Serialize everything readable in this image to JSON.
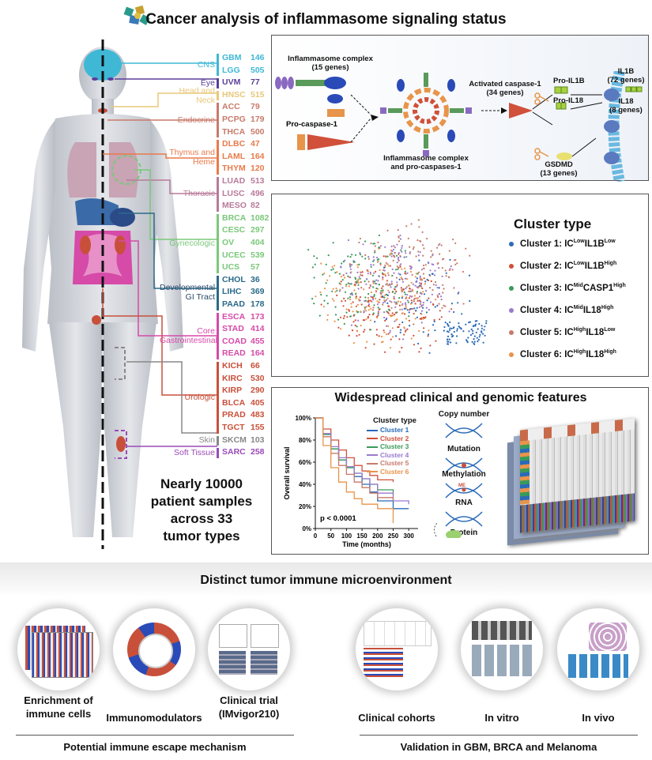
{
  "title": "Cancer analysis of  inflammasome signaling status",
  "tumor_groups": [
    {
      "name": "CNS",
      "color": "#3fb8d6",
      "tumors": [
        {
          "code": "GBM",
          "n": "146"
        },
        {
          "code": "LGG",
          "n": "505"
        }
      ]
    },
    {
      "name": "Eye",
      "color": "#5a3e98",
      "tumors": [
        {
          "code": "UVM",
          "n": "77"
        }
      ]
    },
    {
      "name": "Head and Neck",
      "color": "#e8c87a",
      "tumors": [
        {
          "code": "HNSC",
          "n": "515"
        }
      ]
    },
    {
      "name": "Endocrine",
      "color": "#c87a6a",
      "tumors": [
        {
          "code": "ACC",
          "n": "79"
        },
        {
          "code": "PCPG",
          "n": "179"
        },
        {
          "code": "THCA",
          "n": "500"
        }
      ]
    },
    {
      "name": "Thymus and Heme",
      "color": "#e87a4a",
      "tumors": [
        {
          "code": "DLBC",
          "n": "47"
        },
        {
          "code": "LAML",
          "n": "164"
        },
        {
          "code": "THYM",
          "n": "120"
        }
      ]
    },
    {
      "name": "Thoracic",
      "color": "#b87a9a",
      "tumors": [
        {
          "code": "LUAD",
          "n": "513"
        },
        {
          "code": "LUSC",
          "n": "496"
        },
        {
          "code": "MESO",
          "n": "82"
        }
      ]
    },
    {
      "name": "Gynecologic",
      "color": "#7ac87a",
      "tumors": [
        {
          "code": "BRCA",
          "n": "1082"
        },
        {
          "code": "CESC",
          "n": "297"
        },
        {
          "code": "OV",
          "n": "404"
        },
        {
          "code": "UCEC",
          "n": "539"
        },
        {
          "code": "UCS",
          "n": "57"
        }
      ]
    },
    {
      "name": "Developmental GI Tract",
      "color": "#2a6a8a",
      "tumors": [
        {
          "code": "CHOL",
          "n": "36"
        },
        {
          "code": "LIHC",
          "n": "369"
        },
        {
          "code": "PAAD",
          "n": "178"
        }
      ]
    },
    {
      "name": "Core Gastrointestinal",
      "color": "#d64aa8",
      "tumors": [
        {
          "code": "ESCA",
          "n": "173"
        },
        {
          "code": "STAD",
          "n": "414"
        },
        {
          "code": "COAD",
          "n": "455"
        },
        {
          "code": "READ",
          "n": "164"
        }
      ]
    },
    {
      "name": "Urologic",
      "color": "#c8503a",
      "tumors": [
        {
          "code": "KICH",
          "n": "66"
        },
        {
          "code": "KIRC",
          "n": "530"
        },
        {
          "code": "KIRP",
          "n": "290"
        },
        {
          "code": "BLCA",
          "n": "405"
        },
        {
          "code": "PRAD",
          "n": "483"
        },
        {
          "code": "TGCT",
          "n": "155"
        }
      ]
    },
    {
      "name": "Skin",
      "color": "#888888",
      "tumors": [
        {
          "code": "SKCM",
          "n": "103"
        }
      ]
    },
    {
      "name": "Soft Tissue",
      "color": "#9a4ab8",
      "tumors": [
        {
          "code": "SARC",
          "n": "258"
        }
      ]
    }
  ],
  "samples_text": [
    "Nearly 10000",
    "patient samples",
    "across 33",
    "tumor types"
  ],
  "pathway": {
    "complex_label": "Inflammasome complex",
    "complex_sub": "(15 genes)",
    "procasp_label": "Pro-caspase-1",
    "center_label": [
      "Inflammasome complex",
      "and pro-caspases-1"
    ],
    "activated_label": "Activated caspase-1",
    "activated_sub": "(34 genes)",
    "proil1b": "Pro-IL1B",
    "proil18": "Pro-IL18",
    "gsdmd": "GSDMD",
    "gsdmd_sub": "(13 genes)",
    "il1b": "IL1B",
    "il1b_sub": "(72 genes)",
    "il18": "IL18",
    "il18_sub": "(8 genes)"
  },
  "cluster": {
    "heading": "Cluster type",
    "items": [
      {
        "pre": "Cluster 1: IC",
        "s1": "Low",
        "mid": "IL1B",
        "s2": "Low",
        "color": "#2a6ab8"
      },
      {
        "pre": "Cluster 2: IC",
        "s1": "Low",
        "mid": "IL1B",
        "s2": "High",
        "color": "#d0503a"
      },
      {
        "pre": "Cluster 3: IC",
        "s1": "Mid",
        "mid": "CASP1",
        "s2": "High",
        "color": "#3a9a5a"
      },
      {
        "pre": "Cluster 4: IC",
        "s1": "Mid",
        "mid": "IL18",
        "s2": "High",
        "color": "#9a7ad0"
      },
      {
        "pre": "Cluster 5: IC",
        "s1": "High",
        "mid": "IL18",
        "s2": "Low",
        "color": "#c87a6a"
      },
      {
        "pre": "Cluster 6: IC",
        "s1": "High",
        "mid": "IL18",
        "s2": "High",
        "color": "#e8944a"
      }
    ]
  },
  "features": {
    "heading": "Widespread clinical and genomic features",
    "km_legend_title": "Cluster type",
    "km_legend": [
      "Cluster 1",
      "Cluster 2",
      "Cluster 3",
      "Cluster 4",
      "Cluster 5",
      "Cluster 6"
    ],
    "km_pvalue": "p < 0.0001",
    "omics": [
      "Copy number",
      "Mutation",
      "Methylation",
      "RNA",
      "Protein"
    ],
    "me_label": "ME"
  },
  "chart_data": {
    "type": "line",
    "title": "",
    "xlabel": "Time (months)",
    "ylabel": "Overall survival",
    "xticks": [
      "0",
      "50",
      "100",
      "150",
      "200",
      "250",
      "300"
    ],
    "yticks": [
      "0%",
      "20%",
      "40%",
      "60%",
      "80%",
      "100%"
    ],
    "xlim": [
      0,
      330
    ],
    "ylim": [
      0,
      1
    ],
    "series": [
      {
        "name": "Cluster 1",
        "color": "#2a6ab8",
        "x": [
          0,
          25,
          50,
          75,
          100,
          125,
          150,
          175,
          200,
          250,
          300
        ],
        "y": [
          1,
          0.85,
          0.72,
          0.62,
          0.55,
          0.47,
          0.4,
          0.33,
          0.25,
          0.18,
          0.18
        ]
      },
      {
        "name": "Cluster 2",
        "color": "#d0503a",
        "x": [
          0,
          25,
          50,
          75,
          100,
          125,
          150,
          175,
          200,
          250
        ],
        "y": [
          1,
          0.9,
          0.8,
          0.71,
          0.64,
          0.57,
          0.52,
          0.48,
          0.44,
          0.42
        ]
      },
      {
        "name": "Cluster 3",
        "color": "#3a9a5a",
        "x": [
          0,
          25,
          50,
          75,
          100,
          125,
          150,
          175,
          200,
          250
        ],
        "y": [
          1,
          0.85,
          0.72,
          0.62,
          0.55,
          0.5,
          0.45,
          0.4,
          0.35,
          0.3
        ]
      },
      {
        "name": "Cluster 4",
        "color": "#9a7ad0",
        "x": [
          0,
          25,
          50,
          75,
          100,
          125,
          150,
          175,
          200,
          250,
          300
        ],
        "y": [
          1,
          0.86,
          0.74,
          0.64,
          0.56,
          0.5,
          0.45,
          0.4,
          0.32,
          0.25,
          0.22
        ]
      },
      {
        "name": "Cluster 5",
        "color": "#c87a6a",
        "x": [
          0,
          25,
          50,
          75,
          100,
          125,
          150,
          175,
          200,
          250
        ],
        "y": [
          1,
          0.83,
          0.68,
          0.57,
          0.49,
          0.42,
          0.37,
          0.32,
          0.28,
          0.25
        ]
      },
      {
        "name": "Cluster 6",
        "color": "#e8944a",
        "x": [
          0,
          25,
          50,
          75,
          100,
          125,
          150,
          200,
          250
        ],
        "y": [
          1,
          0.75,
          0.55,
          0.42,
          0.33,
          0.27,
          0.22,
          0.18,
          0.05
        ]
      }
    ]
  },
  "tme_heading": "Distinct tumor immune microenvironment",
  "bottom_items": [
    {
      "label": [
        "Enrichment of",
        "immune cells"
      ]
    },
    {
      "label": [
        "Immunomodulators"
      ]
    },
    {
      "label": [
        "Clinical trial",
        "(IMvigor210)"
      ]
    },
    {
      "label": [
        "Clinical cohorts"
      ]
    },
    {
      "label": [
        "In vitro"
      ]
    },
    {
      "label": [
        "In vivo"
      ]
    }
  ],
  "bottom_left_caption": "Potential immune escape mechanism",
  "bottom_right_caption": "Validation in GBM, BRCA and Melanoma"
}
